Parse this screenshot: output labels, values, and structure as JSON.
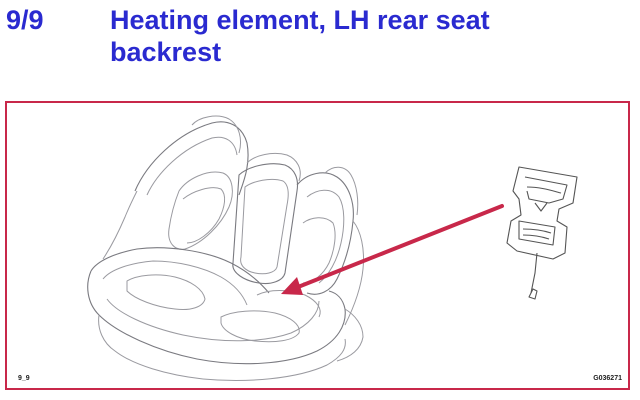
{
  "header": {
    "step_number": "9/9",
    "title_line1": "Heating element, LH rear seat",
    "title_line2": "backrest"
  },
  "figure": {
    "frame_color": "#c8284a",
    "arrow_color": "#c8284a",
    "title_color": "#2a2ad0",
    "label_left": "9_9",
    "label_right": "G036271",
    "icons": [
      "rear-seat-drawing",
      "heating-element-drawing",
      "pointer-arrow"
    ]
  }
}
